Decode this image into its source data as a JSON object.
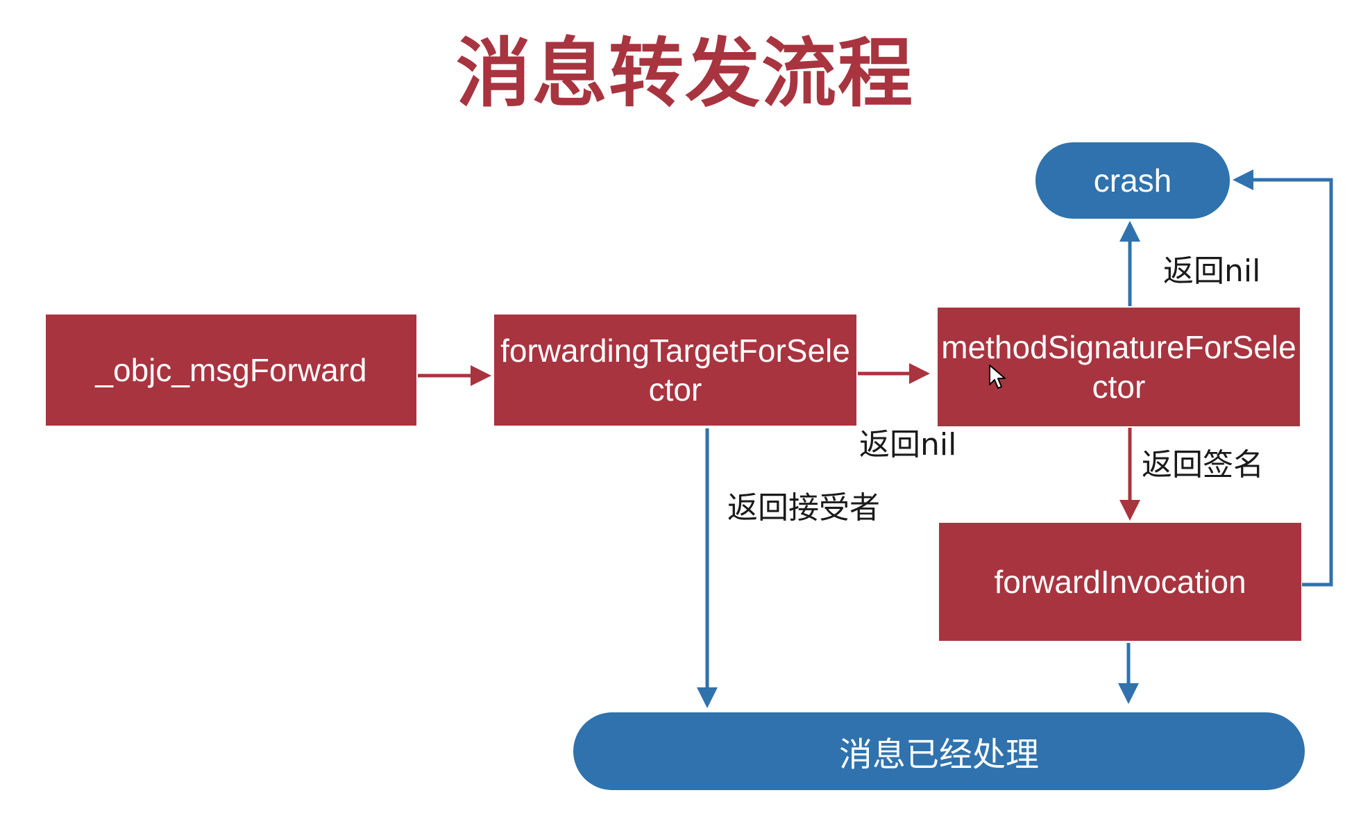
{
  "title": "消息转发流程",
  "nodes": {
    "msg_forward": "_objc_msgForward",
    "forwarding_target": "forwardingTargetForSelector",
    "method_signature": "methodSignatureForSelector",
    "forward_invocation": "forwardInvocation",
    "crash": "crash",
    "handled": "消息已经处理"
  },
  "edge_labels": {
    "nil_to_crash": "返回nil",
    "nil_from_target": "返回nil",
    "return_signature": "返回签名",
    "return_receiver": "返回接受者"
  },
  "colors": {
    "title": "#a8343f",
    "process_box": "#a8343f",
    "terminal_box": "#2f72ad",
    "red_arrow": "#a8343f",
    "blue_arrow": "#2f72ad"
  }
}
